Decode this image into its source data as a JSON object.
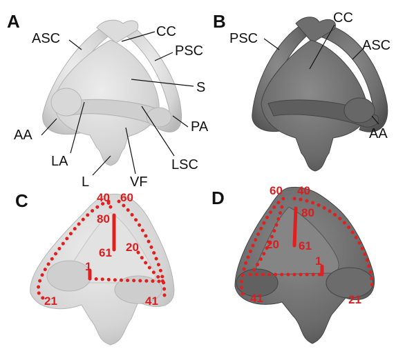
{
  "panels": {
    "A": {
      "letter": "A",
      "labels": {
        "asc": "ASC",
        "cc": "CC",
        "psc": "PSC",
        "s": "S",
        "aa": "AA",
        "la": "LA",
        "pa": "PA",
        "l": "L",
        "vf": "VF",
        "lsc": "LSC"
      }
    },
    "B": {
      "letter": "B",
      "labels": {
        "psc": "PSC",
        "cc": "CC",
        "asc": "ASC",
        "aa": "AA"
      }
    },
    "C": {
      "letter": "C",
      "marks": {
        "m40": "40",
        "m60": "60",
        "m80": "80",
        "m61": "61",
        "m20": "20",
        "m1": "1",
        "m21": "21",
        "m41": "41"
      }
    },
    "D": {
      "letter": "D",
      "marks": {
        "m60": "60",
        "m40": "40",
        "m80": "80",
        "m20": "20",
        "m61": "61",
        "m1": "1",
        "m41": "41",
        "m21": "21"
      }
    }
  },
  "colors": {
    "light_model": "#d6d6d6",
    "dark_model": "#6c6c6c",
    "path_red": "#e0201e"
  }
}
